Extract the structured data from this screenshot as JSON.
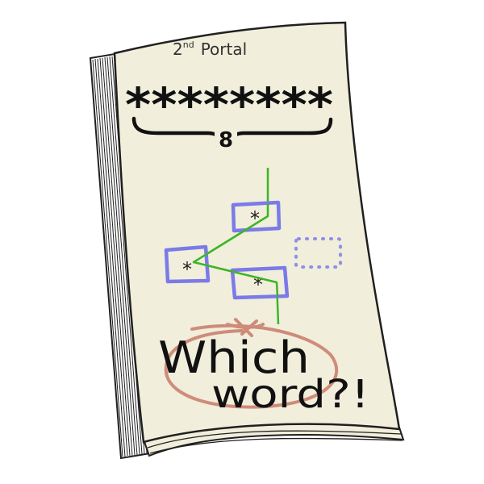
{
  "notebook": {
    "header_ordinal": "2",
    "header_ordinal_suffix": "nd",
    "header_word": "Portal",
    "hidden_word_mask": "********",
    "letter_count": "8",
    "box_symbol": "*",
    "question_line1": "Which",
    "question_line2": "word?!"
  },
  "colors": {
    "page": "#f1eedb",
    "outline": "#202020",
    "box_stroke": "#7a7ae8",
    "box_dotted": "#8f8fe8",
    "path_line": "#3cb526",
    "scribble": "#c97a6a",
    "ink": "#111111"
  }
}
